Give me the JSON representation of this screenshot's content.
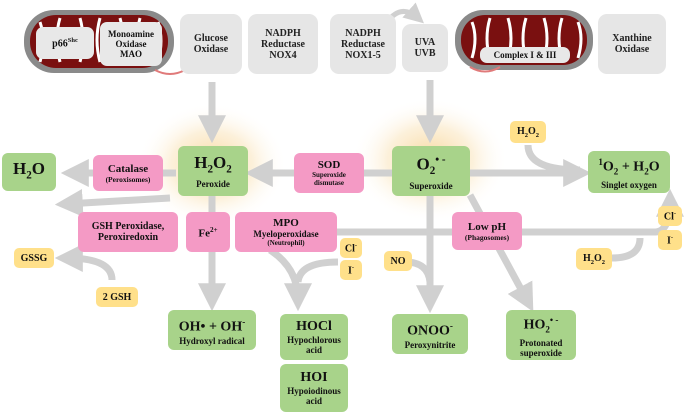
{
  "colors": {
    "pink": "#f49ac5",
    "green": "#a8d38a",
    "yellow": "#ffe08a",
    "grey": "#e6e6e6",
    "arrow": "#d0d0d0",
    "mito_outer": "#8a8a8a",
    "mito_inner": "#7a1010",
    "glow": "#f5c97a"
  },
  "sources": {
    "p66": "p66",
    "p66_sup": "Shc",
    "mao_line1": "Monoamine",
    "mao_line2": "Oxidase",
    "mao_line3": "MAO",
    "glucose_line1": "Glucose",
    "glucose_line2": "Oxidase",
    "nox4_line1": "NADPH",
    "nox4_line2": "Reductase",
    "nox4_line3": "NOX4",
    "nox15_line1": "NADPH",
    "nox15_line2": "Reductase",
    "nox15_line3": "NOX1-5",
    "uva": "UVA",
    "uvb": "UVB",
    "complex": "Complex I  & III",
    "xanthine_line1": "Xanthine",
    "xanthine_line2": "Oxidase"
  },
  "enzymes": {
    "catalase": "Catalase",
    "catalase_sub": "(Peroxisomes)",
    "sod": "SOD",
    "sod_sub1": "Superoxide",
    "sod_sub2": "dismutase",
    "gsh_line1": "GSH Peroxidase,",
    "gsh_line2": "Peroxiredoxin",
    "fe": "Fe",
    "fe_sup": "2+",
    "mpo": "MPO",
    "mpo_sub": "Myeloperoxidase",
    "mpo_sub2": "(Neutrophil)",
    "lowph": "Low pH",
    "lowph_sub": "(Phagosomes)"
  },
  "species": {
    "h2o": "H",
    "h2o_sub": "2",
    "h2o_end": "O",
    "h2o2_main": "H",
    "h2o2_a": "2",
    "h2o2_b": "O",
    "h2o2_c": "2",
    "h2o2_label": "Peroxide",
    "o2_main": "O",
    "o2_sub": "2",
    "o2_sup": "• -",
    "o2_label": "Superoxide",
    "singlet_sup": "1",
    "singlet_main": "O",
    "singlet_sub": "2",
    "singlet_rest": " + H",
    "singlet_sub2": "2",
    "singlet_end": "O",
    "singlet_label": "Singlet oxygen",
    "oh_main": "OH• + OH",
    "oh_sup": "-",
    "oh_label": "Hydroxyl radical",
    "hocl": "HOCl",
    "hocl_label1": "Hypochlorous",
    "hocl_label2": "acid",
    "hoi": "HOI",
    "hoi_label1": "Hypoiodinous",
    "hoi_label2": "acid",
    "onoo": "ONOO",
    "onoo_sup": "-",
    "onoo_label": "Peroxynitrite",
    "ho2": "HO",
    "ho2_sub": "2",
    "ho2_sup": "• -",
    "ho2_label1": "Protonated",
    "ho2_label2": "superoxide"
  },
  "cofactors": {
    "h2o2_top_a": "H",
    "h2o2_top_b": "2",
    "h2o2_top_c": "O",
    "h2o2_top_d": "2",
    "gssg": "GSSG",
    "gsh2": "2 GSH",
    "cl": "Cl",
    "cl_sup": "-",
    "i": "I",
    "i_sup": "-",
    "no": "NO",
    "cl_right": "Cl",
    "cl_right_sup": "-",
    "i_right": "I",
    "i_right_sup": "-",
    "h2o2_bot_a": "H",
    "h2o2_bot_b": "2",
    "h2o2_bot_c": "O",
    "h2o2_bot_d": "2"
  }
}
